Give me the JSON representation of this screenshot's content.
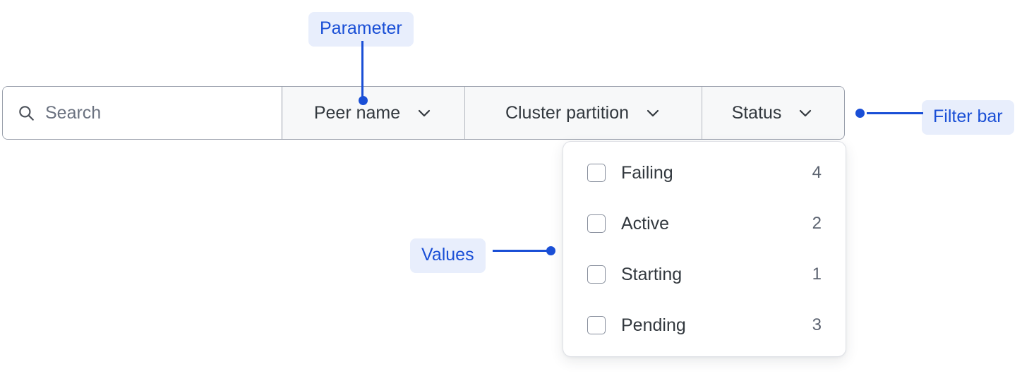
{
  "filter_bar": {
    "search": {
      "placeholder": "Search",
      "value": "",
      "icon": "search-icon"
    },
    "segments": [
      {
        "label": "Peer name",
        "icon": "chevron-down-icon"
      },
      {
        "label": "Cluster partition",
        "icon": "chevron-down-icon"
      },
      {
        "label": "Status",
        "icon": "chevron-down-icon"
      }
    ]
  },
  "dropdown": {
    "open_for": "Status",
    "items": [
      {
        "label": "Failing",
        "count": "4",
        "checked": false
      },
      {
        "label": "Active",
        "count": "2",
        "checked": false
      },
      {
        "label": "Starting",
        "count": "1",
        "checked": false
      },
      {
        "label": "Pending",
        "count": "3",
        "checked": false
      }
    ]
  },
  "annotations": [
    {
      "label": "Parameter",
      "target": "peer-name-filter-segment"
    },
    {
      "label": "Values",
      "target": "dropdown-panel"
    },
    {
      "label": "Filter bar",
      "target": "filter-bar"
    }
  ],
  "colors": {
    "annotation_text": "#1a4fd6",
    "annotation_bg": "#e8eefc",
    "bar_border": "#9aa0ac",
    "segment_bg": "#f7f8f9",
    "text": "#32383e",
    "placeholder": "#6b7280",
    "count_text": "#5c6370"
  }
}
